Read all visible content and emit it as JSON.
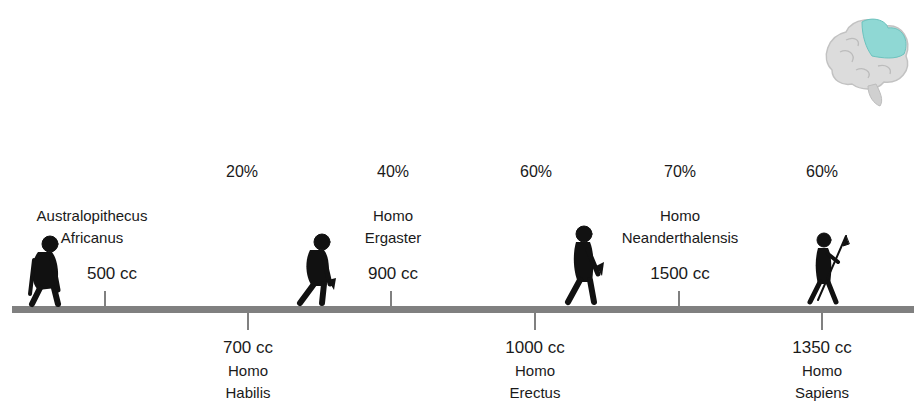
{
  "diagram": {
    "labels": [
      "20%",
      "40%",
      "60%",
      "70%",
      "60%",
      "Australopithecus Africanus",
      "500 cc",
      "Homo Ergaster",
      "900 cc",
      "Homo Neanderthalensis",
      "1500 cc",
      "700 cc",
      "Homo Habilis",
      "1000 cc",
      "Homo Erectus",
      "1350 cc",
      "Homo Sapiens"
    ]
  }
}
